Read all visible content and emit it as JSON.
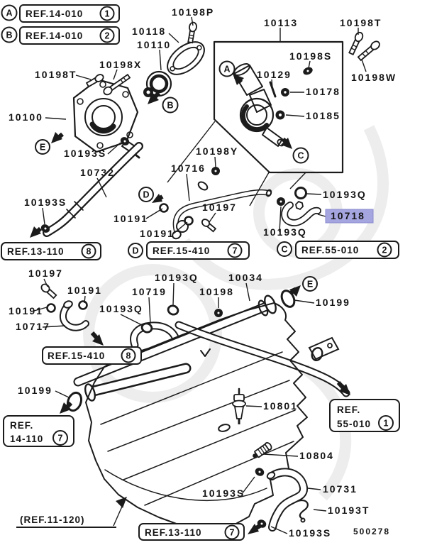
{
  "colors": {
    "background": "#ffffff",
    "line": "#1b1b1b",
    "highlight_bg": "#a5a5e0",
    "highlight_border": "#8a8ad0",
    "watermark": "#ededed"
  },
  "ref": {
    "a_top": {
      "letter": "A",
      "text": "REF.14-010",
      "num": "1"
    },
    "b_top": {
      "letter": "B",
      "text": "REF.14-010",
      "num": "2"
    },
    "row_13_110": {
      "text": "REF.13-110",
      "num": "8"
    },
    "row_15_410": {
      "letter": "D",
      "text": "REF.15-410",
      "num": "7"
    },
    "row_55_010": {
      "letter": "C",
      "text": "REF.55-010",
      "num": "2"
    },
    "mid_15_410": {
      "text": "REF.15-410",
      "num": "8"
    },
    "left_14_110": {
      "line1": "REF.",
      "line2": "14-110",
      "num": "7"
    },
    "right_55_010": {
      "line1": "REF.",
      "line2": "55-010",
      "num": "1"
    },
    "bottom_13_110": {
      "text": "REF.13-110",
      "num": "7"
    },
    "plain_11_120": {
      "text": "(REF.11-120)"
    }
  },
  "letters": {
    "a2": "A",
    "b2": "B",
    "c1": "C",
    "d1": "D",
    "e1": "E",
    "d2": "D",
    "c2": "C",
    "e2": "E"
  },
  "parts": [
    {
      "text": "10198P"
    },
    {
      "text": "10118"
    },
    {
      "text": "10198T"
    },
    {
      "text": "10110"
    },
    {
      "text": "10198S"
    },
    {
      "text": "10198X"
    },
    {
      "text": "10198W"
    },
    {
      "text": "10198T"
    },
    {
      "text": "10113"
    },
    {
      "text": "10129"
    },
    {
      "text": "10178"
    },
    {
      "text": "10185"
    },
    {
      "text": "10100"
    },
    {
      "text": "10193S"
    },
    {
      "text": "10198Y"
    },
    {
      "text": "10732"
    },
    {
      "text": "10716"
    },
    {
      "text": "10193S"
    },
    {
      "text": "10193Q"
    },
    {
      "text": "10191"
    },
    {
      "text": "10197"
    },
    {
      "text": "10718",
      "highlighted": true
    },
    {
      "text": "10191"
    },
    {
      "text": "10193Q"
    },
    {
      "text": "10197"
    },
    {
      "text": "10193Q"
    },
    {
      "text": "10034"
    },
    {
      "text": "10191"
    },
    {
      "text": "10719"
    },
    {
      "text": "10198"
    },
    {
      "text": "10199"
    },
    {
      "text": "10191"
    },
    {
      "text": "10193Q"
    },
    {
      "text": "10717"
    },
    {
      "text": "10199"
    },
    {
      "text": "10801"
    },
    {
      "text": "10804"
    },
    {
      "text": "10193S"
    },
    {
      "text": "10731"
    },
    {
      "text": "10193T"
    },
    {
      "text": "10193S"
    }
  ],
  "footer": {
    "diagram_code": "500278"
  }
}
